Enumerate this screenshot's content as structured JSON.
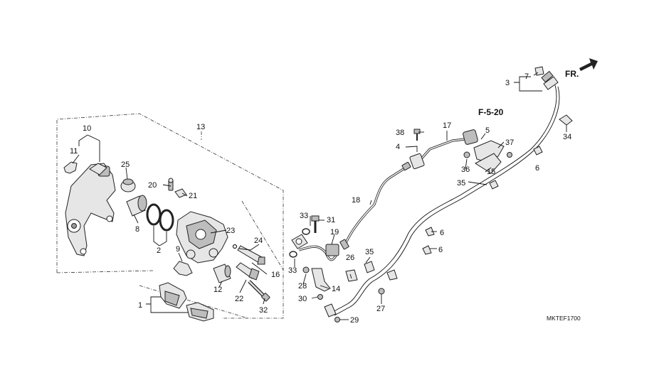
{
  "diagram": {
    "reference": "F-5-20",
    "front_marker": "FR.",
    "catalog_code": "MKTEF1700",
    "callouts": [
      {
        "id": "c1",
        "text": "1"
      },
      {
        "id": "c2",
        "text": "2"
      },
      {
        "id": "c3",
        "text": "3"
      },
      {
        "id": "c4",
        "text": "4"
      },
      {
        "id": "c5",
        "text": "5"
      },
      {
        "id": "c6a",
        "text": "6"
      },
      {
        "id": "c6b",
        "text": "6"
      },
      {
        "id": "c6c",
        "text": "6"
      },
      {
        "id": "c7",
        "text": "7"
      },
      {
        "id": "c8",
        "text": "8"
      },
      {
        "id": "c9",
        "text": "9"
      },
      {
        "id": "c10",
        "text": "10"
      },
      {
        "id": "c11",
        "text": "11"
      },
      {
        "id": "c12",
        "text": "12"
      },
      {
        "id": "c13",
        "text": "13"
      },
      {
        "id": "c14",
        "text": "14"
      },
      {
        "id": "c15",
        "text": "15"
      },
      {
        "id": "c16",
        "text": "16"
      },
      {
        "id": "c17",
        "text": "17"
      },
      {
        "id": "c18",
        "text": "18"
      },
      {
        "id": "c19",
        "text": "19"
      },
      {
        "id": "c20",
        "text": "20"
      },
      {
        "id": "c21",
        "text": "21"
      },
      {
        "id": "c22",
        "text": "22"
      },
      {
        "id": "c23",
        "text": "23"
      },
      {
        "id": "c24",
        "text": "24"
      },
      {
        "id": "c25",
        "text": "25"
      },
      {
        "id": "c26",
        "text": "26"
      },
      {
        "id": "c27",
        "text": "27"
      },
      {
        "id": "c28",
        "text": "28"
      },
      {
        "id": "c29",
        "text": "29"
      },
      {
        "id": "c30",
        "text": "30"
      },
      {
        "id": "c31",
        "text": "31"
      },
      {
        "id": "c32",
        "text": "32"
      },
      {
        "id": "c33a",
        "text": "33"
      },
      {
        "id": "c33b",
        "text": "33"
      },
      {
        "id": "c34",
        "text": "34"
      },
      {
        "id": "c35a",
        "text": "35"
      },
      {
        "id": "c35b",
        "text": "35"
      },
      {
        "id": "c36",
        "text": "36"
      },
      {
        "id": "c37",
        "text": "37"
      },
      {
        "id": "c38",
        "text": "38"
      }
    ]
  }
}
